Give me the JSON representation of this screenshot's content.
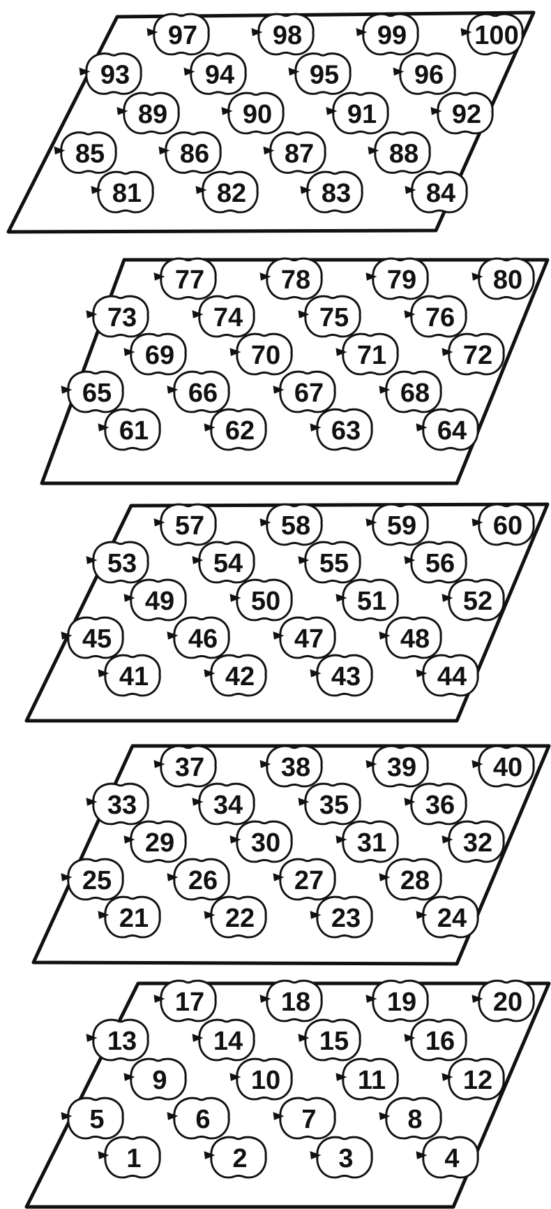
{
  "trays": [
    {
      "name": "tray-81-100",
      "apples": [
        {
          "n": "97",
          "depth": 0,
          "col": 1
        },
        {
          "n": "98",
          "depth": 0,
          "col": 2
        },
        {
          "n": "99",
          "depth": 0,
          "col": 3
        },
        {
          "n": "100",
          "depth": 0,
          "col": 4
        },
        {
          "n": "93",
          "depth": 1,
          "col": 0
        },
        {
          "n": "94",
          "depth": 1,
          "col": 1
        },
        {
          "n": "95",
          "depth": 1,
          "col": 2
        },
        {
          "n": "96",
          "depth": 1,
          "col": 3
        },
        {
          "n": "89",
          "depth": 2,
          "col": 0
        },
        {
          "n": "90",
          "depth": 2,
          "col": 1
        },
        {
          "n": "91",
          "depth": 2,
          "col": 2
        },
        {
          "n": "92",
          "depth": 2,
          "col": 3
        },
        {
          "n": "85",
          "depth": 3,
          "col": 0
        },
        {
          "n": "86",
          "depth": 3,
          "col": 1
        },
        {
          "n": "87",
          "depth": 3,
          "col": 2
        },
        {
          "n": "88",
          "depth": 3,
          "col": 3
        },
        {
          "n": "81",
          "depth": 4,
          "col": 0
        },
        {
          "n": "82",
          "depth": 4,
          "col": 1
        },
        {
          "n": "83",
          "depth": 4,
          "col": 2
        },
        {
          "n": "84",
          "depth": 4,
          "col": 3
        }
      ]
    },
    {
      "name": "tray-61-80",
      "apples": [
        {
          "n": "77",
          "depth": 0,
          "col": 0
        },
        {
          "n": "78",
          "depth": 0,
          "col": 1
        },
        {
          "n": "79",
          "depth": 0,
          "col": 2
        },
        {
          "n": "80",
          "depth": 0,
          "col": 3
        },
        {
          "n": "73",
          "depth": 1,
          "col": 0
        },
        {
          "n": "74",
          "depth": 1,
          "col": 1
        },
        {
          "n": "75",
          "depth": 1,
          "col": 2
        },
        {
          "n": "76",
          "depth": 1,
          "col": 3
        },
        {
          "n": "69",
          "depth": 2,
          "col": 0
        },
        {
          "n": "70",
          "depth": 2,
          "col": 1
        },
        {
          "n": "71",
          "depth": 2,
          "col": 2
        },
        {
          "n": "72",
          "depth": 2,
          "col": 3
        },
        {
          "n": "65",
          "depth": 3,
          "col": 0
        },
        {
          "n": "66",
          "depth": 3,
          "col": 1
        },
        {
          "n": "67",
          "depth": 3,
          "col": 2
        },
        {
          "n": "68",
          "depth": 3,
          "col": 3
        },
        {
          "n": "61",
          "depth": 4,
          "col": 0
        },
        {
          "n": "62",
          "depth": 4,
          "col": 1
        },
        {
          "n": "63",
          "depth": 4,
          "col": 2
        },
        {
          "n": "64",
          "depth": 4,
          "col": 3
        }
      ]
    },
    {
      "name": "tray-41-60",
      "apples": [
        {
          "n": "57",
          "depth": 0,
          "col": 0
        },
        {
          "n": "58",
          "depth": 0,
          "col": 1
        },
        {
          "n": "59",
          "depth": 0,
          "col": 2
        },
        {
          "n": "60",
          "depth": 0,
          "col": 3
        },
        {
          "n": "53",
          "depth": 1,
          "col": 0
        },
        {
          "n": "54",
          "depth": 1,
          "col": 1
        },
        {
          "n": "55",
          "depth": 1,
          "col": 2
        },
        {
          "n": "56",
          "depth": 1,
          "col": 3
        },
        {
          "n": "49",
          "depth": 2,
          "col": 0
        },
        {
          "n": "50",
          "depth": 2,
          "col": 1
        },
        {
          "n": "51",
          "depth": 2,
          "col": 2
        },
        {
          "n": "52",
          "depth": 2,
          "col": 3
        },
        {
          "n": "45",
          "depth": 3,
          "col": 0
        },
        {
          "n": "46",
          "depth": 3,
          "col": 1
        },
        {
          "n": "47",
          "depth": 3,
          "col": 2
        },
        {
          "n": "48",
          "depth": 3,
          "col": 3
        },
        {
          "n": "41",
          "depth": 4,
          "col": 0
        },
        {
          "n": "42",
          "depth": 4,
          "col": 1
        },
        {
          "n": "43",
          "depth": 4,
          "col": 2
        },
        {
          "n": "44",
          "depth": 4,
          "col": 3
        }
      ]
    },
    {
      "name": "tray-21-40",
      "apples": [
        {
          "n": "37",
          "depth": 0,
          "col": 0
        },
        {
          "n": "38",
          "depth": 0,
          "col": 1
        },
        {
          "n": "39",
          "depth": 0,
          "col": 2
        },
        {
          "n": "40",
          "depth": 0,
          "col": 3
        },
        {
          "n": "33",
          "depth": 1,
          "col": 0
        },
        {
          "n": "34",
          "depth": 1,
          "col": 1
        },
        {
          "n": "35",
          "depth": 1,
          "col": 2
        },
        {
          "n": "36",
          "depth": 1,
          "col": 3
        },
        {
          "n": "29",
          "depth": 2,
          "col": 0
        },
        {
          "n": "30",
          "depth": 2,
          "col": 1
        },
        {
          "n": "31",
          "depth": 2,
          "col": 2
        },
        {
          "n": "32",
          "depth": 2,
          "col": 3
        },
        {
          "n": "25",
          "depth": 3,
          "col": 0
        },
        {
          "n": "26",
          "depth": 3,
          "col": 1
        },
        {
          "n": "27",
          "depth": 3,
          "col": 2
        },
        {
          "n": "28",
          "depth": 3,
          "col": 3
        },
        {
          "n": "21",
          "depth": 4,
          "col": 0
        },
        {
          "n": "22",
          "depth": 4,
          "col": 1
        },
        {
          "n": "23",
          "depth": 4,
          "col": 2
        },
        {
          "n": "24",
          "depth": 4,
          "col": 3
        }
      ]
    },
    {
      "name": "tray-1-20",
      "apples": [
        {
          "n": "17",
          "depth": 0,
          "col": 0
        },
        {
          "n": "18",
          "depth": 0,
          "col": 1
        },
        {
          "n": "19",
          "depth": 0,
          "col": 2
        },
        {
          "n": "20",
          "depth": 0,
          "col": 3
        },
        {
          "n": "13",
          "depth": 1,
          "col": 0
        },
        {
          "n": "14",
          "depth": 1,
          "col": 1
        },
        {
          "n": "15",
          "depth": 1,
          "col": 2
        },
        {
          "n": "16",
          "depth": 1,
          "col": 3
        },
        {
          "n": "9",
          "depth": 2,
          "col": 0
        },
        {
          "n": "10",
          "depth": 2,
          "col": 1
        },
        {
          "n": "11",
          "depth": 2,
          "col": 2
        },
        {
          "n": "12",
          "depth": 2,
          "col": 3
        },
        {
          "n": "5",
          "depth": 3,
          "col": 0
        },
        {
          "n": "6",
          "depth": 3,
          "col": 1
        },
        {
          "n": "7",
          "depth": 3,
          "col": 2
        },
        {
          "n": "8",
          "depth": 3,
          "col": 3
        },
        {
          "n": "1",
          "depth": 4,
          "col": 0
        },
        {
          "n": "2",
          "depth": 4,
          "col": 1
        },
        {
          "n": "3",
          "depth": 4,
          "col": 2
        },
        {
          "n": "4",
          "depth": 4,
          "col": 3
        }
      ]
    }
  ]
}
